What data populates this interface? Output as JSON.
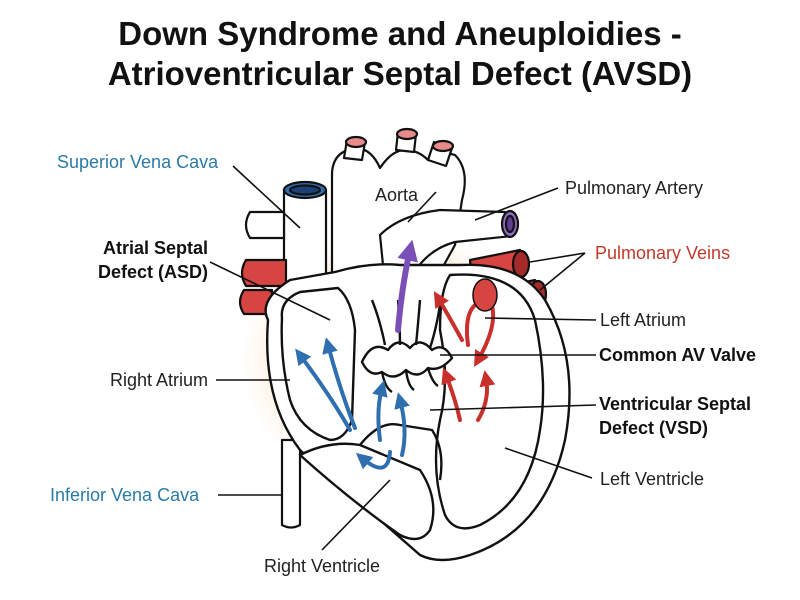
{
  "title": {
    "line1": "Down Syndrome and Aneuploidies -",
    "line2": "Atrioventricular Septal Defect (AVSD)"
  },
  "labels": {
    "superior_vena_cava": "Superior Vena Cava",
    "aorta": "Aorta",
    "pulmonary_artery": "Pulmonary Artery",
    "asd_line1": "Atrial Septal",
    "asd_line2": "Defect (ASD)",
    "pulmonary_veins": "Pulmonary Veins",
    "left_atrium": "Left Atrium",
    "common_av_valve": "Common AV Valve",
    "right_atrium": "Right Atrium",
    "vsd_line1": "Ventricular Septal",
    "vsd_line2": "Defect (VSD)",
    "left_ventricle": "Left Ventricle",
    "inferior_vena_cava": "Inferior Vena Cava",
    "right_ventricle": "Right Ventricle"
  },
  "colors": {
    "vena_cava_label": "#2a7aa8",
    "pulmonary_veins_label": "#c0392b",
    "deoxygenated_flow": "#2f6fb0",
    "oxygenated_flow": "#c9302c",
    "mixed_flow": "#7b4fb8",
    "defect_glow": "#ff7a1a"
  }
}
